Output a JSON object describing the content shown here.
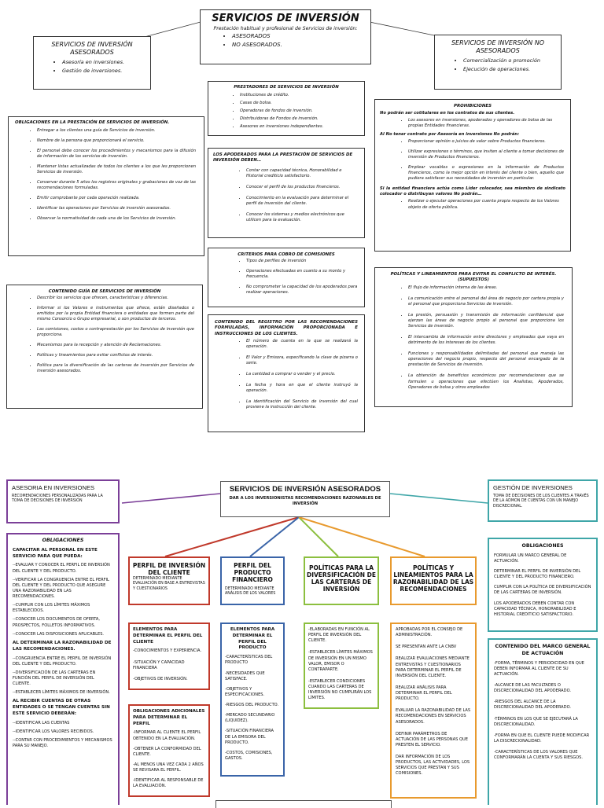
{
  "top": {
    "main": {
      "title": "SERVICIOS DE INVERSIÓN",
      "subtitle": "Prestación habitual y profesional de Servicios de inversión:",
      "items": [
        "ASESORADOS",
        "NO ASESORADOS."
      ]
    },
    "asesorados": {
      "title": "SERVICIOS DE INVERSIÓN ASESORADOS",
      "items": [
        "Asesoría en inversiones.",
        "Gestión de inversiones."
      ]
    },
    "no_asesorados": {
      "title": "SERVICIOS DE INVERSIÓN NO ASESORADOS",
      "items": [
        "Comercialización o promoción",
        "Ejecución de operaciones."
      ]
    },
    "prestadores": {
      "title": "PRESTADORES DE SERVICIOS DE INVERSIÓN",
      "items": [
        "Instituciones de crédito.",
        "Casas de bolsa.",
        "Operadoras de fondos de inversión.",
        "Distribuidoras de Fondos de inversión.",
        "Asesores en inversiones independientes."
      ]
    },
    "obligaciones": {
      "title": "OBLIGACIONES EN LA PRESTACIÓN DE SERVICIOS DE INVERSIÓN.",
      "items": [
        "Entregar a los clientes una guía de Servicios de inversión.",
        "Nombre de la persona que proporcionará el servicio.",
        "El personal debe conocer los procedimientos y mecanismos para la difusión de información de los servicios de inversión.",
        "Mantener listas actualizadas de todos los clientes a los que les proporcionen Servicios de inversión.",
        "Conservar durante 5 años los registros originales y grabaciones de voz de las recomendaciones formuladas.",
        "Emitir comprobante por cada operación realizada.",
        "Identificar las operaciones por Servicios de inversión asesorados.",
        "Observar la normatividad de cada una de los Servicios de inversión."
      ]
    },
    "apoderados": {
      "title": "LOS APODERADOS PARA LA PRESTACIÓN DE SERVICIOS DE INVERSIÓN DEBEN…",
      "items": [
        "Contar con capacidad técnica, Honorabilidad e Historial crediticio satisfactorio.",
        "Conocer el perfil de los productos financieros.",
        "Conocimiento en la evaluación para determinar el perfil de inversión del cliente.",
        "Conocer los sistemas y medios electrónicos que utilicen para la evaluación."
      ]
    },
    "prohibiciones": {
      "title": "PROHIBICIONES",
      "intro1": "No podrán ser cotitulares en los contratos de sus clientes.",
      "items1": [
        "Los asesores en inversiones, apoderados y operadores de bolsa de las propias Entidades financieras."
      ],
      "intro2": "Al No tener contrato por Asesoría en inversiones No podrán:",
      "items2": [
        "Proporcionar opinión o juicios de valor sobre Productos financieros.",
        "Utilizar expresiones o términos, que inviten al cliente a tomar decisiones de inversión de Productos financieros.",
        "Emplear vocablos o expresiones en la información de Productos financieros, como la mejor opción en interés del cliente o bien, aquello que pudiera satisfacer sus necesidades de inversión en particular."
      ],
      "intro3": "Si la entidad financiera actúa como Líder colocador, sea miembro de sindicato colocador o distribuyan valores No podrán…",
      "items3": [
        "Realizar o ejecutar operaciones por cuenta propia respecto de los Valores objeto de oferta pública."
      ]
    },
    "criterios": {
      "title": "CRITERIOS PARA COBRO DE COMISIONES",
      "items": [
        "Tipos de perfiles de inversión",
        "Operaciones efectuadas en cuanto a su monto y frecuencia.",
        "No comprometer la capacidad de los apoderados para realizar operaciones."
      ]
    },
    "contenido_guia": {
      "title": "CONTENIDO GUÍA DE SERVICIOS DE INVERSIÓN",
      "items": [
        "Describir los servicios que ofrecen, características y diferencias.",
        "Informar si los Valores e instrumentos que ofrece, están diseñados o emitidos por la propia Entidad financiera o entidades que formen parte del mismo Consorcio o Grupo empresarial, o son productos de terceros.",
        "Las comisiones, costos o contraprestación por los Servicios de inversión que proporciona.",
        "Mecanismos para la recepción y atención de Reclamaciones.",
        "Políticas y lineamientos para evitar conflictos de interés.",
        "Política para la diversificación de las carteras de inversión por Servicios de inversión asesorados."
      ]
    },
    "contenido_registro": {
      "title": "CONTENIDO DEL REGISTRO POR LAS RECOMENDACIONES FORMULADAS, INFORMACIÓN PROPORCIONADA E INSTRUCCIONES DE LOS CLIENTES.",
      "items": [
        "El número de cuenta en la que se realizará la operación.",
        "El Valor y Emisora, especificando la clave de pizarra o serie.",
        "La cantidad a comprar o vender y el precio.",
        "La fecha y hora en que el cliente instruyó la operación.",
        "La identificación del Servicio de inversión del cual proviene la instrucción del cliente."
      ]
    },
    "politicas": {
      "title": "POLÍTICAS Y LINEAMIENTOS PARA EVITAR EL CONFLICTO DE INTERÉS.",
      "subtitle": "(SUPUESTOS)",
      "items": [
        "El flujo de información interna de las áreas.",
        "La comunicación entre el personal del área de negocio por cartera propia y el personal que proporciona Servicios de inversión.",
        "La presión, persuasión y transmisión de información confidencial que ejerzan las áreas de negocio propio al personal que proporciona los Servicios de inversión.",
        "El intercambio de información entre directores y empleados que vaya en detrimento de los intereses de los clientes.",
        "Funciones y responsabilidades delimitadas del personal que maneja las operaciones del negocio propio, respecto del personal encargado de la prestación de Servicios de inversión.",
        "La obtención de beneficios económicos por recomendaciones que se formulen u operaciones que efectúen los Analistas, Apoderados, Operadores de bolsa y otros empleados"
      ]
    }
  },
  "bottom": {
    "main": {
      "title": "SERVICIOS DE INVERSIÓN ASESORADOS",
      "subtitle": "DAR A LOS INVERSIONISTAS RECOMENDACIONES RAZONABLES DE INVERSIÓN"
    },
    "asesoria": {
      "title": "ASESORIA EN INVERSIONES",
      "desc": "RECOMENDACIONES PERSONALIZADAS PARA LA TOMA DE DECISIONES DE INVERSIÓN"
    },
    "gestion": {
      "title": "GESTIÓN DE INVERSIONES",
      "desc": "TOMA DE DECISIONES DE LOS CLIENTES A TRAVÉS DE LA ADMON DE CUENTAS CON UN MANEJO DISCRECIONAL."
    },
    "oblig_left": {
      "title": "OBLIGACIONES",
      "h1": "CAPACITAR AL PERSONAL EN ESTE SERVICIO PARA QUE PUEDA:",
      "items1": [
        "--EVALUAR Y CONOCER EL PERFIL DE INVERSIÓN DEL CLIENTE Y DEL PRODUCTO.",
        "--VERIFICAR LA CONGRUENCIA ENTRE EL PERFIL DEL CLIENTE Y DEL PRODUCTO QUE ASEGURE UNA RAZONABILIDAD EN LAS RECOMENDACIONES.",
        "--CUMPLIR CON LOS LÍMITES MÁXIMOS ESTABLECIDOS.",
        "--CONOCER LOS DOCUMENTOS DE OFERTA, PROSPECTOS, FOLLETOS INFORMATIVOS.",
        "--CONOCER LAS DISPOSICIONES APLICABLES."
      ],
      "h2": "AL DETERMINAR LA RAZONABILIDAD DE LAS RECOMENDACIONES.",
      "items2": [
        "--CONGRUENCIA ENTRE EL PERFIL DE INVERSIÓN DEL CLIENTE Y DEL PRODUCTO.",
        "--DIVERSIFICACIÓN DE LAS CARTERAS EN FUNCIÓN DEL PERFIL DE INVERSIÓN DEL CLIENTE.",
        "--ESTABLECER LÍMITES MÁXIMOS DE INVERSIÓN."
      ],
      "h3": "AL RECIBIR CUENTAS DE OTRAS ENTIDADES O SE TENGAN CUENTAS SIN ESTE SERVICIO DEBERÁN:",
      "items3": [
        "--IDENTIFICAR LAS CUENTAS",
        "--IDENTIFICAR LOS VALORES RECIBIDOS.",
        "--CONTAR CON PROCEDIMIENTOS Y MECANISMOS PARA SU MANEJO."
      ]
    },
    "perfil_cliente": {
      "title": "PERFIL DE INVERSIÓN DEL CLIENTE",
      "desc": "DETERMINADO MEDIANTE EVALUACIÓN EN BASE A ENTREVISTAS Y CUESTIONARIOS"
    },
    "perfil_producto": {
      "title": "PERFIL DEL PRODUCTO FINANCIERO",
      "desc": "DETERMINADO MEDIANTE ANÁLISIS DE LOS VALORES"
    },
    "politicas_div": {
      "title": "POLÍTICAS PARA LA DIVERSIFICACIÓN DE LAS CARTERAS DE INVERSIÓN"
    },
    "politicas_raz": {
      "title": "POLÍTICAS Y LINEAMIENTOS PARA LA RAZONABILIDAD DE LAS RECOMENDACIONES"
    },
    "elem_cliente": {
      "title": "ELEMENTOS PARA DETERMINAR EL PERFIL DEL CLIENTE",
      "items": [
        "-CONOCIMIENTOS Y EXPERIENCIA.",
        "-SITUACIÓN Y CAPACIDAD FINANCIERA",
        "-OBJETIVOS DE INVERSIÓN."
      ]
    },
    "oblig_adic": {
      "title": "OBLIGACIONES ADICIONALES PARA DETERMINAR EL PERFIL",
      "items": [
        "-INFORMAR AL CLIENTE EL PERFIL OBTENIDO EN LA EVALUACIÓN.",
        "-OBTENER LA CONFORMIDAD DEL CLIENTE.",
        "-AL MENOS UNA VEZ CADA 2 AÑOS SE REVISARA EL PERFIL.",
        "-IDENTIFICAR AL RESPONSABLE DE LA EVALUACIÓN."
      ]
    },
    "elem_producto": {
      "title": "ELEMENTOS PARA DETERMINAR EL PERFIL DEL PRODUCTO",
      "items": [
        "-CARACTERÍSTICAS DEL PRODUCTO",
        "-NECESIDADES QUE SATISFACE.",
        "-OBJETIVOS Y ESPECIFICACIONES.",
        "-RIESGOS DEL PRODUCTO.",
        "-MERCADO SECUNDARIO (LIQUIDEZ).",
        "-SITUACIÓN FINANCIERA DE LA EMISORA DEL PRODUCTO.",
        "-COSTOS, COMISIONES, GASTOS."
      ]
    },
    "div_detail": {
      "items": [
        "-ELABORADAS EN FUNCIÓN AL PERFIL DE INVERSIÓN DEL CLIENTE.",
        "-ESTABLECER LÍMITES MÁXIMOS DE INVERSIÓN EN UN MISMO VALOR, EMISOR O CONTRAPARTE.",
        "-ESTABLECER CONDICIONES CUANDO LAS CARTERAS DE INVERSIÓN NO CUMPLIRÁN LOS LÍMITES."
      ]
    },
    "raz_detail": {
      "items": [
        "APROBADAS POR EL CONSEJO DE ADMINISTRACIÓN.",
        "SE PRESENTAN ANTE LA CNBV",
        "REALIZAR EVALUACIONES MEDIANTE ENTREVISTAS Y CUESTIONARIOS PARA DETERMINAR EL PERFIL DE INVERSIÓN DEL CLIENTE.",
        "REALIZAR ANÁLISIS PARA DETERMINAR EL PERFIL DEL PRODUCTO.",
        "EVALUAR LA RAZONABILIDAD DE LAS RECOMENDACIONES EN SERVICIOS ASESORADOS.",
        "DEFINIR PARÁMETROS DE ACTUACIÓN DE LAS PERSONAS QUE PRESTEN EL SERVICIO.",
        "DAR INFORMACIÓN DE LOS PRODUCTOS, LAS ACTIVIDADES, LOS SERVICIOS QUE PRESTAN Y SUS COMISIONES."
      ]
    },
    "oblig_right": {
      "title": "OBLIGACIONES",
      "items": [
        "FORMULAR UN MARCO GENERAL DE ACTUACIÓN.",
        "DETERMINAR EL PERFIL DE INVERSIÓN DEL CLIENTE Y DEL PRODUCTO FINANCIERO.",
        "CUMPLIR CON LA POLÍTICA DE DIVERSIFICACIÓN DE LAS CARTERAS DE INVERSIÓN.",
        "LOS APODERADOS DEBEN CONTAR CON CAPACIDAD TÉCNICA, HONORABILIDAD E HISTORIAL CREDITICIO SATISFACTORIO."
      ]
    },
    "marco": {
      "title": "CONTENIDO DEL MARCO GENERAL DE ACTUACIÓN",
      "items": [
        "-FORMA, TÉRMINOS Y PERIODICIDAD EN QUE DEBEN INFORMAR AL CLIENTE DE SU ACTUACIÓN.",
        "-ALCANCE DE LAS FACULTADES O DISCRECIONALIDAD DEL APODERADO.",
        "-RIESGOS DEL ALCANCE DE LA DISCRECIONALIDAD DEL APODERADO.",
        "-TÉRMINOS EN LOS QUE SE EJECUTARÁ LA DISCRECIONALIDAD.",
        "-FORMA EN QUE EL CLIENTE PUEDE MODIFICAR LA DISCRECIONALIDAD.",
        "-CARACTERÍSTICAS DE LOS VALORES QUE CONFORMARÁN LA CUENTA Y SUS RIESGOS."
      ]
    }
  },
  "colors": {
    "purple": "#7b3f98",
    "red": "#c0392b",
    "blue": "#3a64a8",
    "green": "#8cbf3f",
    "orange": "#e89a2e",
    "teal": "#3fa6a8"
  }
}
